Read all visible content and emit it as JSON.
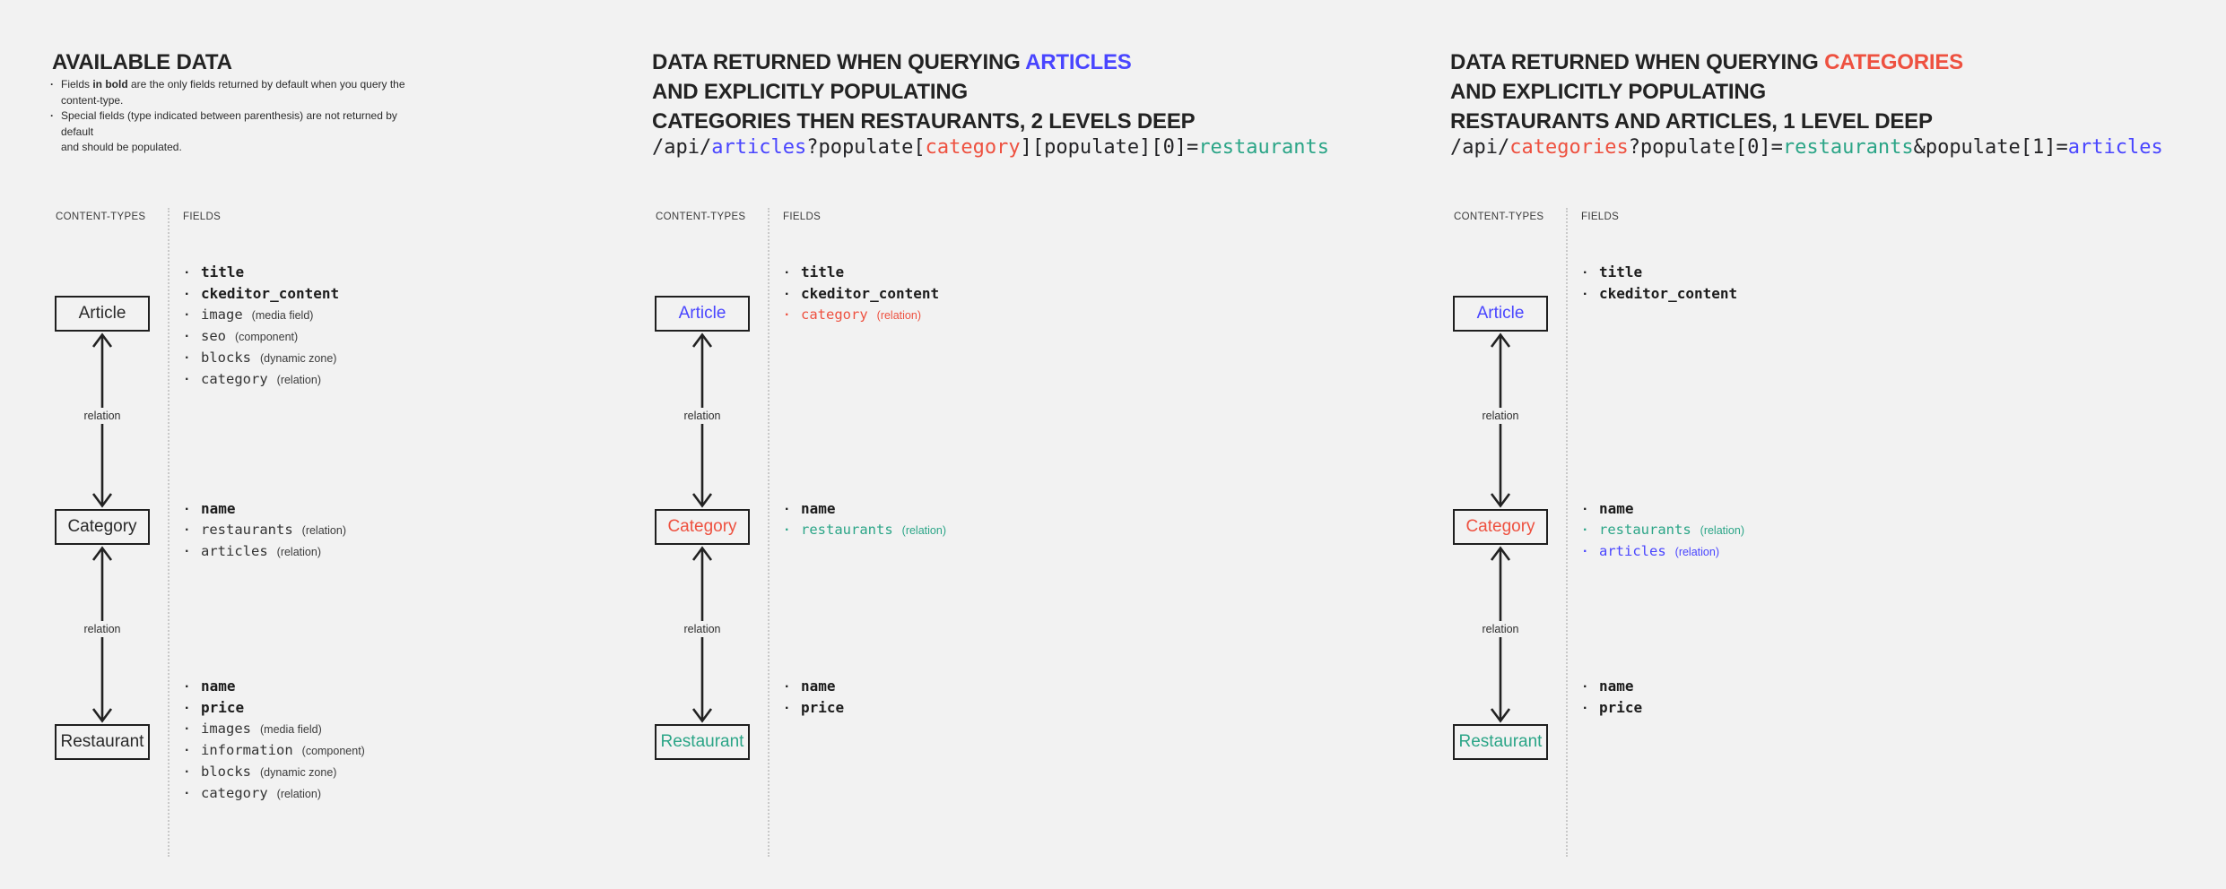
{
  "colors": {
    "background": "#f2f2f2",
    "text_dark": "#232323",
    "accent_blue": "#4945ff",
    "accent_red": "#ee5140",
    "accent_teal": "#2ba587"
  },
  "panels": [
    {
      "title": "AVAILABLE DATA",
      "notes": [
        {
          "pre": "Fields ",
          "bold": "in bold",
          "post": " are the only fields returned by default when you query the content-type."
        },
        {
          "text": "Special fields (type indicated between parenthesis) are not returned by default\nand should be populated."
        }
      ],
      "labels": {
        "content_types": "CONTENT-TYPES",
        "fields": "FIELDS"
      },
      "relation": "relation",
      "nodes": [
        {
          "label": "Article",
          "fields": [
            {
              "name": "title"
            },
            {
              "name": "ckeditor_content"
            },
            {
              "name": "image",
              "type": "(media field)"
            },
            {
              "name": "seo",
              "type": "(component)"
            },
            {
              "name": "blocks",
              "type": "(dynamic zone)"
            },
            {
              "name": "category",
              "type": "(relation)"
            }
          ]
        },
        {
          "label": "Category",
          "fields": [
            {
              "name": "name"
            },
            {
              "name": "restaurants",
              "type": "(relation)"
            },
            {
              "name": "articles",
              "type": "(relation)"
            }
          ]
        },
        {
          "label": "Restaurant",
          "fields": [
            {
              "name": "name"
            },
            {
              "name": "price"
            },
            {
              "name": "images",
              "type": "(media field)"
            },
            {
              "name": "information",
              "type": "(component)"
            },
            {
              "name": "blocks",
              "type": "(dynamic zone)"
            },
            {
              "name": "category",
              "type": "(relation)"
            }
          ]
        }
      ]
    },
    {
      "title_prefix": "DATA RETURNED WHEN QUERYING ",
      "title_highlight": "ARTICLES",
      "title_line2": "AND EXPLICITLY POPULATING",
      "title_line3": "CATEGORIES THEN RESTAURANTS, 2 LEVELS DEEP",
      "query": [
        {
          "text": "/api/"
        },
        {
          "text": "articles"
        },
        {
          "text": "?populate["
        },
        {
          "text": "category"
        },
        {
          "text": "][populate][0]="
        },
        {
          "text": "restaurants"
        }
      ],
      "labels": {
        "content_types": "CONTENT-TYPES",
        "fields": "FIELDS"
      },
      "relation": "relation",
      "nodes": [
        {
          "label": "Article",
          "fields": [
            {
              "name": "title"
            },
            {
              "name": "ckeditor_content"
            },
            {
              "name": "category",
              "type": "(relation)"
            }
          ]
        },
        {
          "label": "Category",
          "fields": [
            {
              "name": "name"
            },
            {
              "name": "restaurants",
              "type": "(relation)"
            }
          ]
        },
        {
          "label": "Restaurant",
          "fields": [
            {
              "name": "name"
            },
            {
              "name": "price"
            }
          ]
        }
      ]
    },
    {
      "title_prefix": "DATA RETURNED WHEN QUERYING ",
      "title_highlight": "CATEGORIES",
      "title_line2": "AND EXPLICITLY POPULATING",
      "title_line3": "RESTAURANTS AND ARTICLES, 1 LEVEL DEEP",
      "query": [
        {
          "text": "/api/"
        },
        {
          "text": "categories"
        },
        {
          "text": "?populate[0]="
        },
        {
          "text": "restaurants"
        },
        {
          "text": "&populate[1]="
        },
        {
          "text": "articles"
        }
      ],
      "labels": {
        "content_types": "CONTENT-TYPES",
        "fields": "FIELDS"
      },
      "relation": "relation",
      "nodes": [
        {
          "label": "Article",
          "fields": [
            {
              "name": "title"
            },
            {
              "name": "ckeditor_content"
            }
          ]
        },
        {
          "label": "Category",
          "fields": [
            {
              "name": "name"
            },
            {
              "name": "restaurants",
              "type": "(relation)"
            },
            {
              "name": "articles",
              "type": "(relation)"
            }
          ]
        },
        {
          "label": "Restaurant",
          "fields": [
            {
              "name": "name"
            },
            {
              "name": "price"
            }
          ]
        }
      ]
    }
  ]
}
